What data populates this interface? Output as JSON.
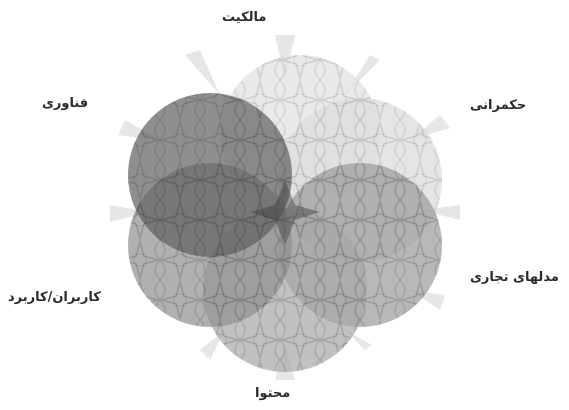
{
  "diagram": {
    "labels": {
      "top": "مالکیت",
      "top_right": "حکمرانی",
      "right": "مدلهای تجاری",
      "bottom": "محتوا",
      "left": "کاربران/کاربرد",
      "top_left": "فناوری"
    },
    "colors": {
      "background": "#ffffff",
      "circle_light": "#d9d9d9",
      "circle_medium": "#a0a0a0",
      "circle_dark": "#5a5a5a",
      "star": "#cfcfcf",
      "label_text": "#2a2a2a"
    },
    "circles": [
      {
        "name": "ownership",
        "shade": "light"
      },
      {
        "name": "governance",
        "shade": "light"
      },
      {
        "name": "business-models",
        "shade": "medium"
      },
      {
        "name": "content",
        "shade": "medium"
      },
      {
        "name": "users",
        "shade": "medium"
      },
      {
        "name": "technology",
        "shade": "dark"
      }
    ]
  }
}
